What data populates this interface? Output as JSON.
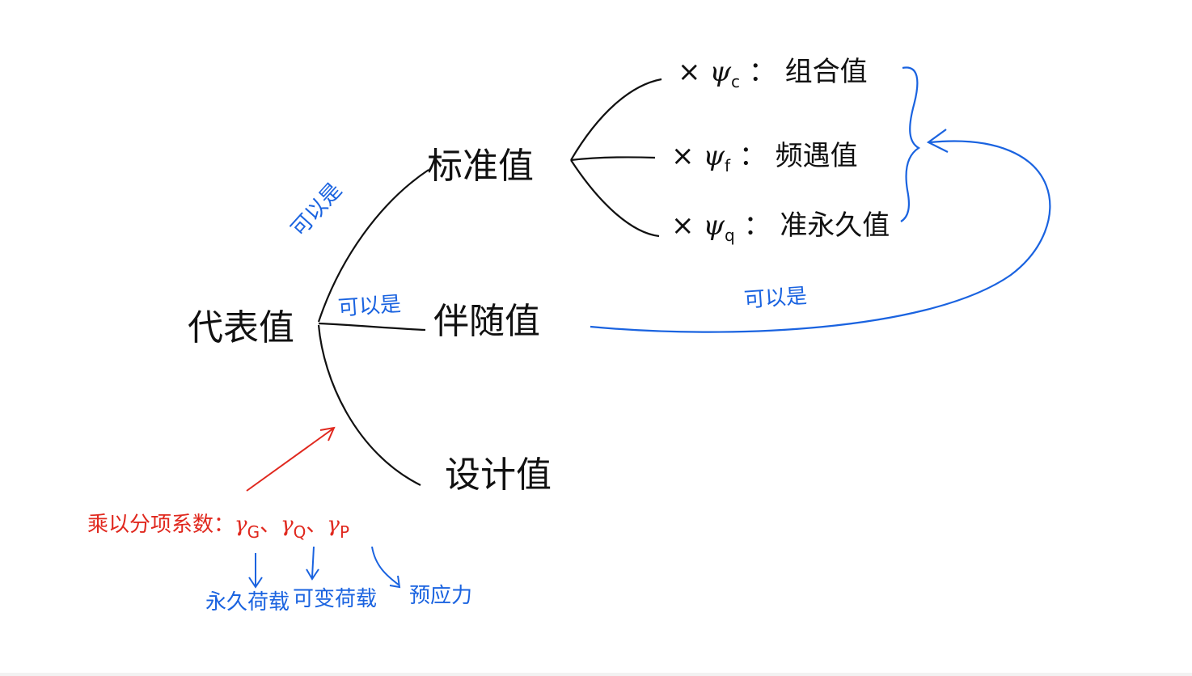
{
  "nodes": {
    "root": "代表值",
    "standard": "标准值",
    "accompanying": "伴随值",
    "design": "设计值"
  },
  "branches": [
    {
      "times": "×",
      "symbol": "ψ",
      "sub": "c",
      "colon": "：",
      "label": "组合值"
    },
    {
      "times": "×",
      "symbol": "ψ",
      "sub": "f",
      "colon": "：",
      "label": "频遇值"
    },
    {
      "times": "×",
      "symbol": "ψ",
      "sub": "q",
      "colon": "：",
      "label": "准永久值"
    }
  ],
  "annotations": {
    "can_be_1": "可以是",
    "can_be_2": "可以是",
    "can_be_3": "可以是"
  },
  "factors": {
    "label": "乘以分项系数：",
    "gamma": "γ",
    "g_sub": "G",
    "q_sub": "Q",
    "p_sub": "P",
    "separator": "、"
  },
  "factor_targets": {
    "permanent": "永久荷载",
    "variable": "可变荷载",
    "prestress": "预应力"
  },
  "colors": {
    "ink": "#111111",
    "blue": "#1a63e0",
    "red": "#e0281e"
  }
}
